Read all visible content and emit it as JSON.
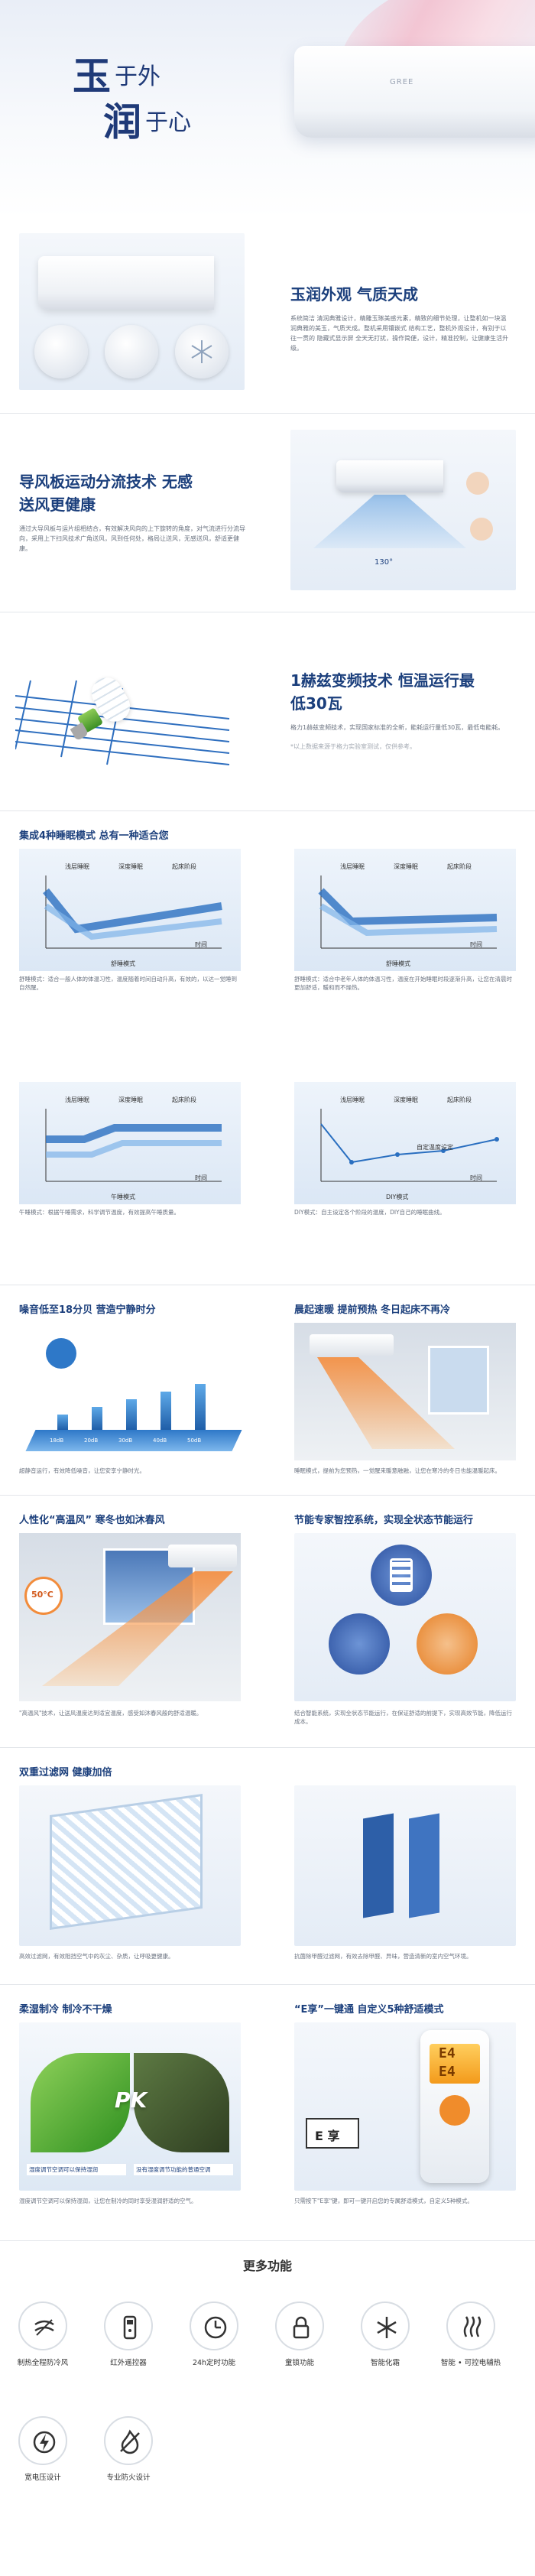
{
  "hero": {
    "brush_char_1": "玉",
    "small_text_1": "于外",
    "brush_char_2": "润",
    "small_text_2": "于心",
    "unit_logo": "GREE"
  },
  "sec1": {
    "title": "玉润外观  气质天成",
    "desc": "系统简洁 清润典雅设计，精雕玉琢美感元素，精致的细节处理，让整机如一块温润典雅的美玉，气质天成。整机采用镶嵌式 结构工艺，整机外观设计，有别于以往一贯的 隐藏式显示屏 全天无打扰，操作简便，设计，精准控制，让健康生活升级。"
  },
  "sec2": {
    "title_line1": "导风板运动分流技术   无感",
    "title_line2": "送风更健康",
    "desc": "通过大导风板与运片组相结合，有效解决风向的上下旋转的角度，对气流进行分流导向，采用上下扫风技术广角送风，风到任何处，格局让送风，无感送风，舒适更健康。",
    "angle_label": "130°"
  },
  "sec3": {
    "title_line1": "1赫兹变频技术  恒温运行最",
    "title_line2": "低30瓦",
    "desc": "格力1赫兹变频技术，实现国家标准的全新，能耗运行量低30瓦，最低电能耗。",
    "note": "*以上数据来源于格力实验室测试，仅供参考。"
  },
  "sleep": {
    "header": "集成4种睡眠模式   总有一种适合您",
    "phases": [
      "浅层睡眠",
      "深度睡眠",
      "起床阶段"
    ],
    "axis_time": "时间",
    "panels": [
      {
        "mode": "舒睡模式",
        "caption": "舒睡模式：适合一般人体的体温习性，温度随着时间自动升高，有效的，以达一觉睡到自然醒。"
      },
      {
        "mode": "舒睡模式",
        "caption": "舒睡模式：适合中老年人体的体温习性，温度在开始睡眠时段逐渐升高，让您在清晨时更加舒适，暖和而不燥热。"
      },
      {
        "mode": "午睡模式",
        "caption": "午睡模式：根据午睡需求，科学调节温度，有效提高午睡质量。"
      },
      {
        "mode": "DIY模式",
        "caption": "DIY模式：自主设定各个阶段的温度，DIY自己的睡眠曲线。",
        "diy_label": "自定温度设定"
      }
    ]
  },
  "noise": {
    "header": "噪音低至18分贝  营造宁静时分",
    "levels": [
      "18dB",
      "20dB",
      "30dB",
      "40dB",
      "50dB"
    ],
    "desc": "超静音运行，有效降低噪音，让您安享宁静时光。"
  },
  "heat": {
    "header": "晨起速暖  提前预热  冬日起床不再冷",
    "desc": "睡眠模式，提前为您预热，一觉醒来暖意融融，让您在寒冷的冬日也能温暖起床。"
  },
  "hot_wind": {
    "header": "人性化“高温风”   寒冬也如沐春风",
    "temp_badge": "50°C",
    "desc": "\"高温风\"技术，让送风温度达到适宜温度，感受如沐春风般的舒适温暖。"
  },
  "energy": {
    "header": "节能专家智控系统，实现全状态节能运行",
    "desc": "结合智能系统，实现全状态节能运行，在保证舒适的前提下，实现高效节能，降低运行成本。"
  },
  "filter": {
    "header": "双重过滤网  健康加倍",
    "desc_left": "高效过滤网，有效阻挡空气中的灰尘、杂质，让呼吸更健康。",
    "desc_right": "抗菌除甲醛过滤网，有效去除甲醛、异味，营造清新的室内空气环境。"
  },
  "soft_cool": {
    "header": "柔湿制冷  制冷不干燥",
    "pk": "PK",
    "left_label": "湿度调节空调可以保持湿润",
    "right_label": "没有湿度调节功能的普通空调",
    "desc": "湿度调节空调可以保持湿润，让您在制冷的同时享受湿润舒适的空气。"
  },
  "e_share": {
    "header": "“E享”一键通  自定义5种舒适模式",
    "e_label": "E 享",
    "remote_display_top": "E4",
    "remote_display_bottom": "E4",
    "desc": "只需按下\"E享\"键，即可一键开启您的专属舒适模式，自定义5种模式。"
  },
  "more": {
    "header": "更多功能",
    "features": [
      {
        "label": "制热全程防冷风",
        "icon": "anti-cold-wind-icon"
      },
      {
        "label": "红外遥控器",
        "icon": "remote-control-icon"
      },
      {
        "label": "24h定时功能",
        "icon": "timer-24h-icon"
      },
      {
        "label": "童锁功能",
        "icon": "child-lock-icon"
      },
      {
        "label": "智能化霜",
        "icon": "defrost-icon"
      },
      {
        "label": "智能 • 可控电辅热",
        "icon": "electric-heat-icon"
      },
      {
        "label": "宽电压设计",
        "icon": "wide-voltage-icon"
      },
      {
        "label": "专业防火设计",
        "icon": "fireproof-icon"
      }
    ]
  }
}
